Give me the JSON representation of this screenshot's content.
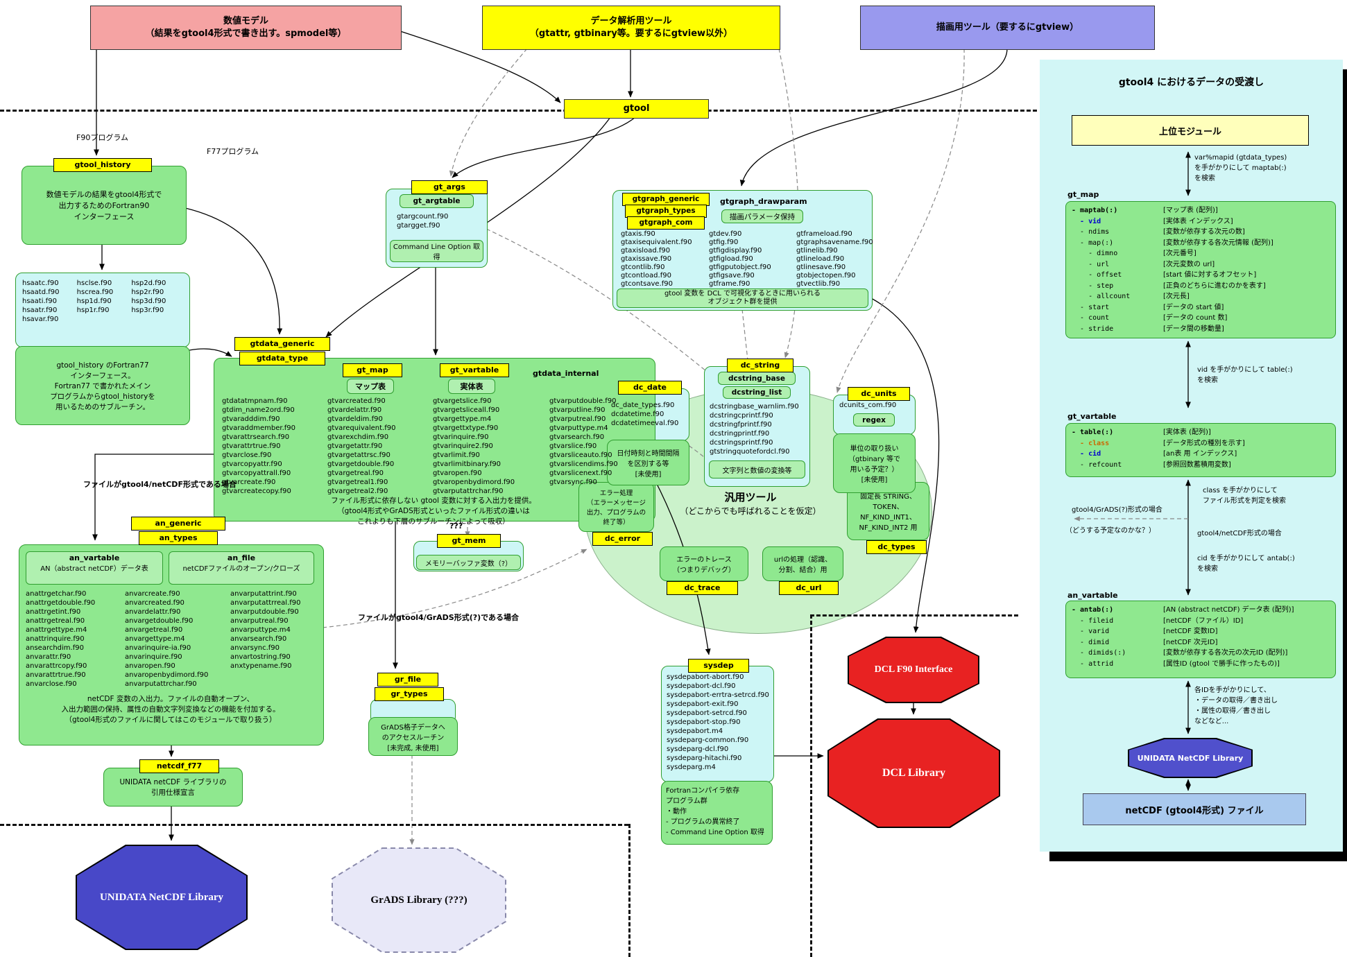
{
  "headers": {
    "numeric_model": "数値モデル\n（結果をgtool4形式で書き出す。spmodel等）",
    "analysis_tools": "データ解析用ツール\n（gtattr, gtbinary等。要するにgtview以外）",
    "drawing_tools": "描画用ツール（要するにgtview）",
    "gtool": "gtool"
  },
  "annotations": {
    "f90_program": "F90プログラム",
    "f77_program": "F77プログラム",
    "netcdf_case": "ファイルがgtool4/netCDF形式である場合",
    "grads_case": "ファイルがgtool4/GrADS形式(?)である場合",
    "question": "???"
  },
  "gtool_history": {
    "tag": "gtool_history",
    "desc": "数値モデルの結果をgtool4形式で\n出力するためのFortran90\nインターフェース",
    "files": [
      "hsaatc.f90",
      "hsclse.f90",
      "hsp2d.f90",
      "hsaatd.f90",
      "hscrea.f90",
      "hsp2r.f90",
      "hsaati.f90",
      "hsp1d.f90",
      "hsp3d.f90",
      "hsaatr.f90",
      "hsp1r.f90",
      "hsp3r.f90",
      "hsavar.f90"
    ],
    "f77_desc": "gtool_history のFortran77\nインターフェース。\nFortran77 で書かれたメイン\nプログラムからgtool_historyを\n用いるためのサブルーチン。"
  },
  "gt_args": {
    "tag": "gt_args",
    "subtag": "gt_argtable",
    "files": [
      "gtargcount.f90",
      "gtargget.f90"
    ],
    "desc": "Command Line Option 取得"
  },
  "gtgraph": {
    "tag1": "gtgraph_generic",
    "tag2": "gtgraph_types",
    "tag3": "gtgraph_com",
    "drawparam_title": "gtgraph_drawparam",
    "drawparam_label": "描画パラメータ保持",
    "files_col1": [
      "gtaxis.f90",
      "gtaxisequivalent.f90",
      "gtaxisload.f90",
      "gtaxissave.f90",
      "gtcontlib.f90",
      "gtcontload.f90",
      "gtcontsave.f90"
    ],
    "files_col2": [
      "gtdev.f90",
      "gtfig.f90",
      "gtfigdisplay.f90",
      "gtfigload.f90",
      "gtfigputobject.f90",
      "gtfigsave.f90",
      "gtframe.f90"
    ],
    "files_col3": [
      "gtframeload.f90",
      "gtgraphsavename.f90",
      "gtlinelib.f90",
      "gtlineload.f90",
      "gtlinesave.f90",
      "gtobjectopen.f90",
      "gtvectlib.f90"
    ],
    "desc": "gtool 変数を DCL で可視化するときに用いられる\nオブジェクト群を提供"
  },
  "gtdata": {
    "tag1": "gtdata_generic",
    "tag2": "gtdata_type",
    "gt_map_tag": "gt_map",
    "gt_map_label": "マップ表",
    "gt_vartable_tag": "gt_vartable",
    "gt_vartable_label": "実体表",
    "internal": "gtdata_internal",
    "files_col1": [
      "gtdatatmpnam.f90",
      "gtdim_name2ord.f90",
      "gtvaradddim.f90",
      "gtvaraddmember.f90",
      "gtvarattrsearch.f90",
      "gtvarattrtrue.f90",
      "gtvarclose.f90",
      "gtvarcopyattr.f90",
      "gtvarcopyattrall.f90",
      "gtvarcreate.f90",
      "gtvarcreatecopy.f90"
    ],
    "files_col2": [
      "gtvarcreated.f90",
      "gtvardelattr.f90",
      "gtvardeldim.f90",
      "gtvarequivalent.f90",
      "gtvarexchdim.f90",
      "gtvargetattr.f90",
      "gtvargetattrsc.f90",
      "gtvargetdouble.f90",
      "gtvargetreal.f90",
      "gtvargetreal1.f90",
      "gtvargetreal2.f90"
    ],
    "files_col3": [
      "gtvargetslice.f90",
      "gtvargetsliceall.f90",
      "gtvargettype.m4",
      "gtvargettxtype.f90",
      "gtvarinquire.f90",
      "gtvarinquire2.f90",
      "gtvarlimit.f90",
      "gtvarlimitbinary.f90",
      "gtvaropen.f90",
      "gtvaropenbydimord.f90",
      "gtvarputattrchar.f90"
    ],
    "files_col4": [
      "gtvarputdouble.f90",
      "gtvarputline.f90",
      "gtvarputreal.f90",
      "gtvarputtype.m4",
      "gtvarsearch.f90",
      "gtvarslice.f90",
      "gtvarsliceauto.f90",
      "gtvarslicendims.f90",
      "gtvarslicenext.f90",
      "gtvarsync.f90"
    ],
    "desc": "ファイル形式に依存しない gtool 変数に対する入出力を提供。\n（gtool4形式やGrADS形式といったファイル形式の違いは\nこれよりも下層のサブルーチンによって吸収）"
  },
  "dc_string": {
    "tag": "dc_string",
    "subtag1": "dcstring_base",
    "subtag2": "dcstring_list",
    "files": [
      "dcstringbase_warnlim.f90",
      "dcstringcprintf.f90",
      "dcstringfprintf.f90",
      "dcstringprintf.f90",
      "dcstringsprintf.f90",
      "gtstringquotefordcl.f90"
    ],
    "desc": "文字列と数値の変換等"
  },
  "dc_date": {
    "tag": "dc_date",
    "files": [
      "dc_date_types.f90",
      "dcdatetime.f90",
      "dcdatetimeeval.f90"
    ],
    "desc": "日付時刻と時間間隔\nを区別する等\n[未使用]"
  },
  "dc_units": {
    "tag": "dc_units",
    "files": [
      "dcunits_com.f90"
    ],
    "regex_label": "regex",
    "desc": "単位の取り扱い\n（gtbinary 等で\n用いる予定？）\n[未使用]"
  },
  "generic_tools": {
    "title": "汎用ツール",
    "subtitle": "（どこからでも呼ばれることを仮定）"
  },
  "dc_error": {
    "tag": "dc_error",
    "desc": "エラー処理\n（エラーメッセージ\n出力、プログラムの\n終了等）"
  },
  "gt_mem": {
    "tag": "gt_mem",
    "desc": "メモリーバッファ変数（?）"
  },
  "dc_trace": {
    "tag": "dc_trace",
    "desc": "エラーのトレース\n（つまりデバッグ）"
  },
  "dc_url": {
    "tag": "dc_url",
    "desc": "urlの処理（認識、\n分割、結合）用"
  },
  "dc_types": {
    "tag": "dc_types",
    "desc": "固定長 STRING、\nTOKEN、\nNF_KIND_INT1、\nNF_KIND_INT2 用"
  },
  "an": {
    "tag1": "an_generic",
    "tag2": "an_types",
    "vartable_title": "an_vartable",
    "vartable_sub": "AN（abstract netCDF）データ表",
    "file_title": "an_file",
    "file_sub": "netCDFファイルのオープン/クローズ",
    "files_col1": [
      "anattrgetchar.f90",
      "anattrgetdouble.f90",
      "anattrgetint.f90",
      "anattrgetreal.f90",
      "anattrgettype.m4",
      "anattrinquire.f90",
      "ansearchdim.f90",
      "anvarattr.f90",
      "anvarattrcopy.f90",
      "anvarattrtrue.f90",
      "anvarclose.f90"
    ],
    "files_col2": [
      "anvarcreate.f90",
      "anvarcreated.f90",
      "anvardelattr.f90",
      "anvargetdouble.f90",
      "anvargetreal.f90",
      "anvargettype.m4",
      "anvarinquire-ia.f90",
      "anvarinquire.f90",
      "anvaropen.f90",
      "anvaropenbydimord.f90",
      "anvarputattrchar.f90"
    ],
    "files_col3": [
      "anvarputattrint.f90",
      "anvarputattrreal.f90",
      "anvarputdouble.f90",
      "anvarputreal.f90",
      "anvarputtype.m4",
      "anvarsearch.f90",
      "anvarsync.f90",
      "anvartostring.f90",
      "anxtypename.f90"
    ],
    "desc": "netCDF 変数の入出力。ファイルの自動オープン、\n入出力範囲の保持、属性の自動文字列変換などの機能を付加する。\n（gtool4形式のファイルに関してはこのモジュールで取り扱う）"
  },
  "netcdf_f77": {
    "tag": "netcdf_f77",
    "desc": "UNIDATA netCDF ライブラリの\n引用仕様宣言"
  },
  "gr": {
    "tag1": "gr_file",
    "tag2": "gr_types",
    "desc": "GrADS格子データへ\nのアクセスルーチン\n[未完成, 未使用]"
  },
  "sysdep": {
    "tag": "sysdep",
    "files": [
      "sysdepabort-abort.f90",
      "sysdepabort-dcl.f90",
      "sysdepabort-errtra-setrcd.f90",
      "sysdepabort-exit.f90",
      "sysdepabort-setrcd.f90",
      "sysdepabort-stop.f90",
      "sysdepabort.m4",
      "sysdeparg-common.f90",
      "sysdeparg-dcl.f90",
      "sysdeparg-hitachi.f90",
      "sysdeparg.m4"
    ],
    "desc": "Fortranコンパイラ依存\nプログラム群\n・動作\n- プログラムの異常終了\n- Command Line Option 取得"
  },
  "libraries": {
    "unidata": "UNIDATA NetCDF Library",
    "grads": "GrADS Library (???)",
    "dcl_f90": "DCL F90 Interface",
    "dcl": "DCL Library"
  },
  "panel": {
    "title": "gtool4 におけるデータの受渡し",
    "upper_module": "上位モジュール",
    "step1": "var%mapid (gtdata_types)\nを手がかりにして maptab(:)\nを検索",
    "gt_map_label": "gt_map",
    "gt_map_rows": [
      {
        "k": "- maptab(:)",
        "d": "[マップ表 (配列)]",
        "s": "b"
      },
      {
        "k": "  - vid",
        "d": "[実体表 インデックス]",
        "s": "blue"
      },
      {
        "k": "  - ndims",
        "d": "[変数が依存する次元の数]"
      },
      {
        "k": "  - map(:)",
        "d": "[変数が依存する各次元情報 (配列)]"
      },
      {
        "k": "    - dimno",
        "d": "[次元番号]"
      },
      {
        "k": "    - url",
        "d": "[次元変数の url]"
      },
      {
        "k": "    - offset",
        "d": "[start 値に対するオフセット]"
      },
      {
        "k": "    - step",
        "d": "[正負のどちらに進むのかを表す]"
      },
      {
        "k": "    - allcount",
        "d": "[次元長]"
      },
      {
        "k": "  - start",
        "d": "[データの start 値]"
      },
      {
        "k": "  - count",
        "d": "[データの count 数]"
      },
      {
        "k": "  - stride",
        "d": "[データ間の移動量]"
      }
    ],
    "step2": "vid を手がかりにして table(:)\nを検索",
    "gt_vartable_label": "gt_vartable",
    "gt_vartable_rows": [
      {
        "k": "- table(:)",
        "d": "[実体表 (配列)]",
        "s": "b"
      },
      {
        "k": "  - class",
        "d": "[データ形式の種別を示す]",
        "s": "orange"
      },
      {
        "k": "  - cid",
        "d": "[an表 用 インデックス]",
        "s": "blue"
      },
      {
        "k": "  - refcount",
        "d": "[参照回数蓄積用変数]"
      }
    ],
    "step3": "class を手がかりにして\nファイル形式を判定を検索",
    "branch_grads": "gtool4/GrADS(?)形式の場合",
    "branch_grads_note": "（どうする予定なのかな？）",
    "branch_netcdf": "gtool4/netCDF形式の場合",
    "step4": "cid を手がかりにして antab(:)\nを検索",
    "an_vartable_label": "an_vartable",
    "an_vartable_rows": [
      {
        "k": "- antab(:)",
        "d": "[AN (abstract netCDF) データ表 (配列)]",
        "s": "b"
      },
      {
        "k": "  - fileid",
        "d": "[netCDF（ファイル）ID]"
      },
      {
        "k": "  - varid",
        "d": "[netCDF 変数ID]"
      },
      {
        "k": "  - dimid",
        "d": "[netCDF 次元ID]"
      },
      {
        "k": "  - dimids(:)",
        "d": "[変数が依存する各次元の次元ID (配列)]"
      },
      {
        "k": "  - attrid",
        "d": "[属性ID (gtool で勝手に作ったもの)]"
      }
    ],
    "step5": "各IDを手がかりにして、\n・データの取得／書き出し\n・属性の取得／書き出し\nなどなど...",
    "unidata_lib": "UNIDATA NetCDF Library",
    "netcdf_file": "netCDF (gtool4形式) ファイル"
  }
}
